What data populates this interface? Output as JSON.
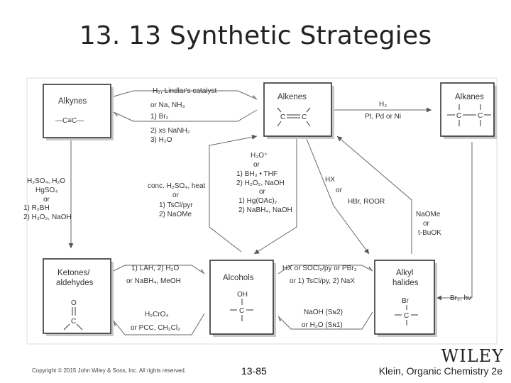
{
  "slide": {
    "title": "13. 13 Synthetic Strategies",
    "footer_copyright": "Copyright © 2015 John Wiley & Sons, Inc. All rights reserved.",
    "footer_page": "13-85",
    "footer_book": "Klein, Organic Chemistry 2e",
    "logo_text": "WILEY"
  },
  "diagram": {
    "nodes": {
      "alkynes": {
        "title": "Alkynes",
        "structure": "—C≡C—"
      },
      "alkenes": {
        "title": "Alkenes"
      },
      "alkanes": {
        "title": "Alkanes"
      },
      "ketones": {
        "title_line1": "Ketones/",
        "title_line2": "aldehydes",
        "atom": "O",
        "carbon": "C"
      },
      "alcohols": {
        "title": "Alcohols",
        "atom": "OH",
        "carbon": "C"
      },
      "alkyl_halides": {
        "title_line1": "Alkyl",
        "title_line2": "halides",
        "atom": "Br",
        "carbon": "C"
      }
    },
    "reagents": {
      "alkyne_to_alkene": "H₂, Lindlar's catalyst",
      "alkyne_to_alkene_alt": "or  Na, NH₃",
      "alkene_to_alkyne_1": "1) Br₂",
      "alkene_to_alkyne_2": "2) xs NaNH₂",
      "alkene_to_alkyne_3": "3) H₂O",
      "alkene_to_alkane_top": "H₂",
      "alkene_to_alkane_bottom": "Pt, Pd or Ni",
      "alkyne_to_ketone": [
        "H₂SO₄, H₂O",
        "HgSO₄",
        "or",
        "1) R₂BH",
        "2) H₂O₂, NaOH"
      ],
      "alkene_to_alcohol": [
        "H₃O⁺",
        "or",
        "1) BH₃ • THF",
        "2) H₂O₂, NaOH",
        "or",
        "1) Hg(OAc)₂",
        "2) NaBH₄, NaOH"
      ],
      "alcohol_to_alkene": [
        "conc. H₂SO₄, heat",
        "or",
        "1) TsCl/pyr",
        "2) NaOMe"
      ],
      "alkene_to_halide": [
        "HX",
        "or",
        "HBr, ROOR"
      ],
      "halide_to_alkene": [
        "NaOMe",
        "or",
        "t-BuOK"
      ],
      "alkane_to_halide": "Br₂, hν",
      "ketone_to_alcohol_1": "1) LAH, 2) H₂O",
      "ketone_to_alcohol_2": "or  NaBH₄, MeOH",
      "alcohol_to_ketone_1": "H₂CrO₄",
      "alcohol_to_ketone_2": "or  PCC, CH₂Cl₂",
      "alcohol_to_halide_1": "HX or SOCl₂/py or PBr₃",
      "alcohol_to_halide_2": "or  1) TsCl/py, 2) NaX",
      "halide_to_alcohol_1": "NaOH (Sɴ2)",
      "halide_to_alcohol_2": "or  H₂O (Sɴ1)"
    }
  }
}
